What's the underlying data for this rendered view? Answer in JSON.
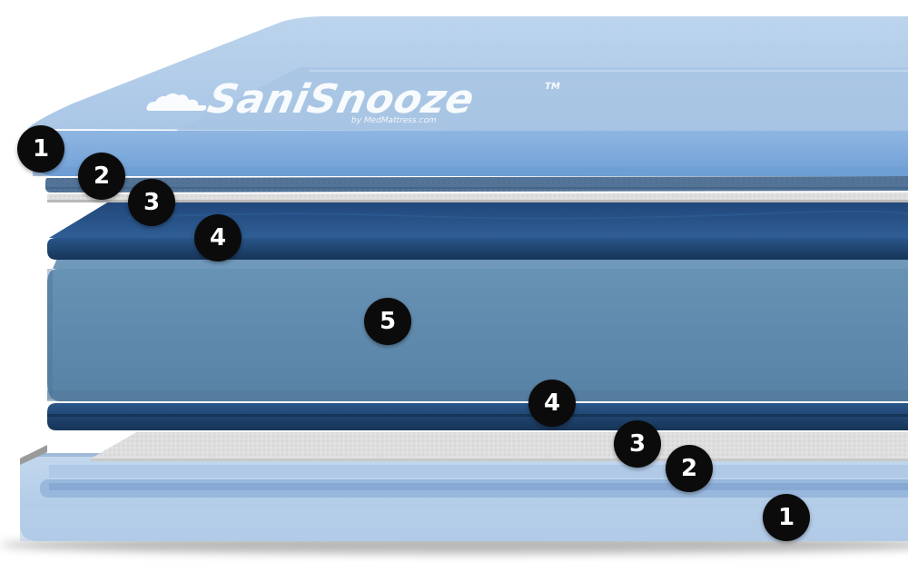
{
  "brand": {
    "name": "SaniSnooze",
    "trademark": "TM",
    "tagline": "by MedMattress.com"
  },
  "layer_markers": [
    {
      "label": "1",
      "layer": "top-cover"
    },
    {
      "label": "2",
      "layer": "top-fabric-band"
    },
    {
      "label": "3",
      "layer": "top-fiber-sheet"
    },
    {
      "label": "4",
      "layer": "top-foam-slab"
    },
    {
      "label": "5",
      "layer": "core-foam"
    },
    {
      "label": "4",
      "layer": "bottom-foam-slab"
    },
    {
      "label": "3",
      "layer": "bottom-fiber-sheet"
    },
    {
      "label": "2",
      "layer": "bottom-fabric-band"
    },
    {
      "label": "1",
      "layer": "bottom-cover"
    }
  ],
  "colors": {
    "cover_light": "#b9d1eb",
    "cover_mid": "#7aa6d8",
    "fabric_band": "#5b7b9f",
    "fiber": "#d9d9d9",
    "foam_dark": "#1c3f69",
    "core": "#5e88aa",
    "marker": "#0b0b0b"
  }
}
